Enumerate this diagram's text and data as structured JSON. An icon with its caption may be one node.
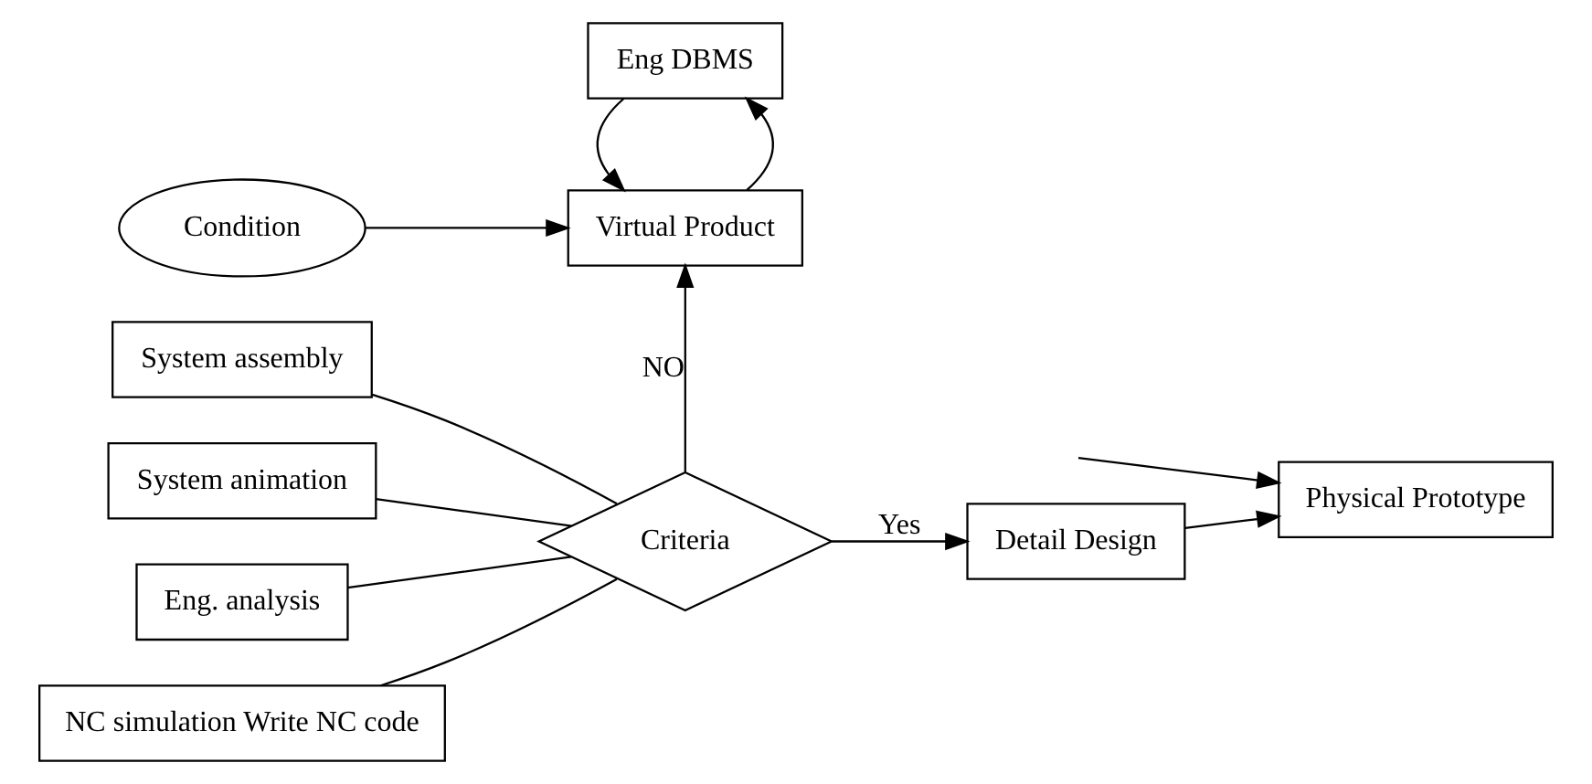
{
  "diagram": {
    "nodes": [
      {
        "text": [
          "Condition"
        ]
      },
      {
        "text": [
          "Virtual Product"
        ]
      },
      {
        "text": [
          "Eng DBMS"
        ]
      },
      {
        "text": [
          "System assembly"
        ]
      },
      {
        "text": [
          "System animation"
        ]
      },
      {
        "text": [
          "Eng. analysis"
        ]
      },
      {
        "text": [
          "NC simulation Write NC code"
        ]
      },
      {
        "text": [
          "Criteria"
        ]
      },
      {
        "text": [
          "Detail Design"
        ]
      },
      {
        "text": [
          "Physical Prototype"
        ]
      }
    ],
    "edges": [
      {
        "from": 0,
        "to": 1,
        "arrow": "to"
      },
      {
        "from": 1,
        "to": 2,
        "arrow": "to"
      },
      {
        "from": 2,
        "to": 1,
        "arrow": "to"
      },
      {
        "from": 3,
        "to": 7,
        "arrow": "none"
      },
      {
        "from": 4,
        "to": 7,
        "arrow": "none"
      },
      {
        "from": 5,
        "to": 7,
        "arrow": "none"
      },
      {
        "from": 6,
        "to": 7,
        "arrow": "none"
      },
      {
        "from": 7,
        "to": 1,
        "arrow": "to",
        "label": "NO"
      },
      {
        "from": 7,
        "to": 8,
        "arrow": "to",
        "label": "Yes"
      },
      {
        "from": 8,
        "to": 9,
        "arrow": "to"
      },
      {
        "from": null,
        "to": 9,
        "arrow": "to"
      }
    ]
  }
}
